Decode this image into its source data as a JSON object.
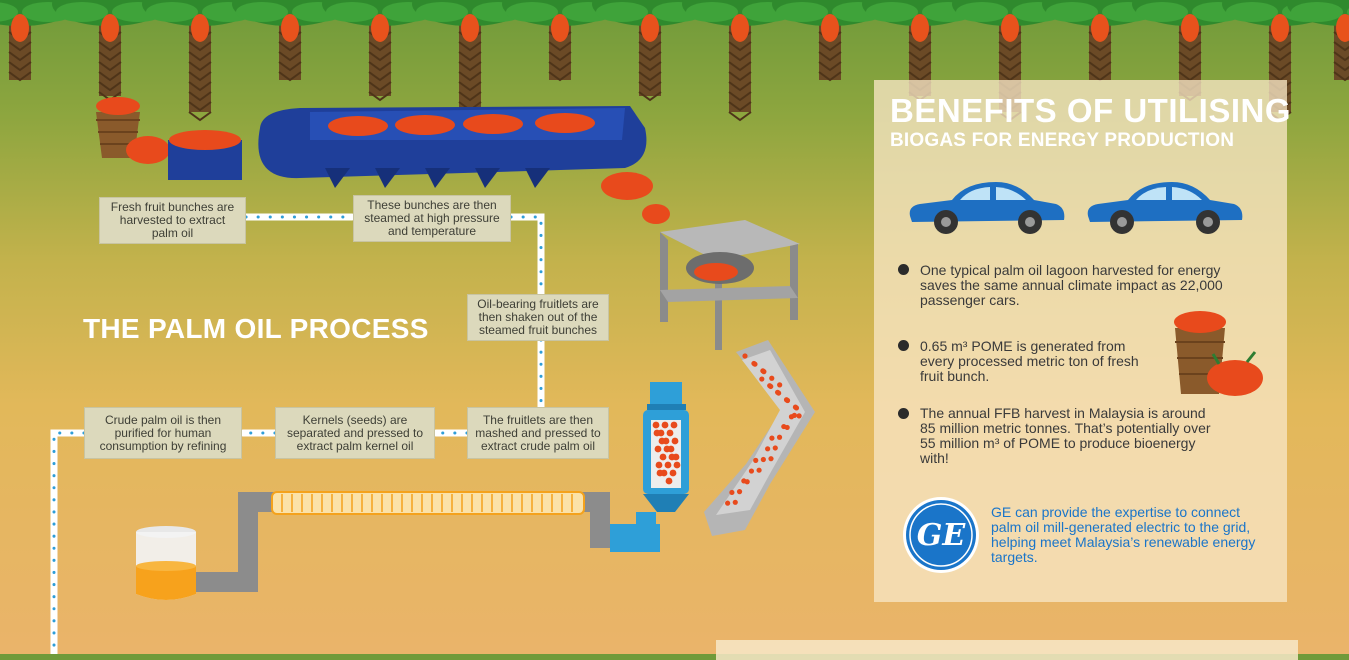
{
  "process": {
    "title": "THE PALM OIL PROCESS",
    "steps": [
      "Fresh fruit bunches are harvested to extract palm oil",
      "These bunches are then steamed at high pressure and temperature",
      "Oil-bearing fruitlets are then shaken out of the steamed fruit bunches",
      "The fruitlets are then mashed and pressed to extract crude palm oil",
      "Kernels (seeds) are separated and pressed to extract palm kernel oil",
      "Crude palm oil is then purified for human consumption by refining"
    ]
  },
  "benefits": {
    "title_line1": "BENEFITS OF UTILISING",
    "title_line2": "BIOGAS FOR ENERGY PRODUCTION",
    "bullets": [
      "One typical palm oil lagoon harvested for energy saves the same annual climate impact as 22,000 passenger cars.",
      "0.65 m³  POME is generated from every processed metric ton of fresh fruit bunch.",
      "The annual FFB harvest in Malaysia is around 85 million metric tonnes. That’s potentially over 55 million m³  of POME to produce bioenergy with!"
    ],
    "ge_text": "GE can provide the expertise to connect palm oil mill-generated electric to the grid, helping meet Malaysia’s renewable energy targets.",
    "logo_letters": "GE"
  },
  "colors": {
    "panel": "#f7e6c4",
    "step_box": "#dcd9bc",
    "connector": "#ffffff",
    "connector_dot": "#2f9ed8",
    "car_blue": "#1e6fc2",
    "ge_blue": "#1a75c9",
    "conveyor_blue": "#1f3f9a",
    "tower_cyan": "#2e9fd8",
    "fruit_red": "#e84a1c",
    "oil_orange": "#f7a21c"
  },
  "icons": [
    "palm-tree-icon",
    "fruit-basket-icon",
    "conveyor-icon",
    "sterilizer-icon",
    "chute-icon",
    "press-tower-icon",
    "pipe-icon",
    "beaker-icon",
    "car-icon",
    "ge-logo-icon"
  ]
}
